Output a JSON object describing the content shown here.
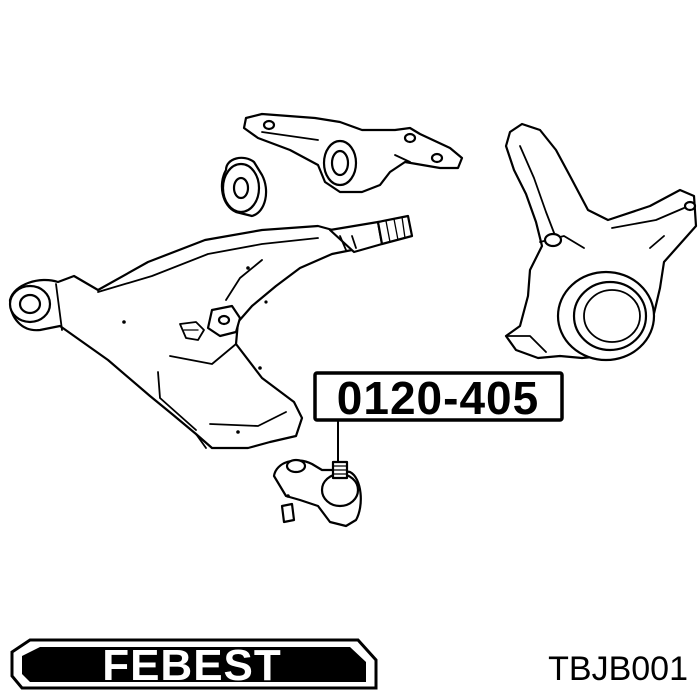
{
  "callout": {
    "part_number": "0120-405"
  },
  "footer": {
    "brand": "FEBEST",
    "product_code": "TBJB001"
  }
}
